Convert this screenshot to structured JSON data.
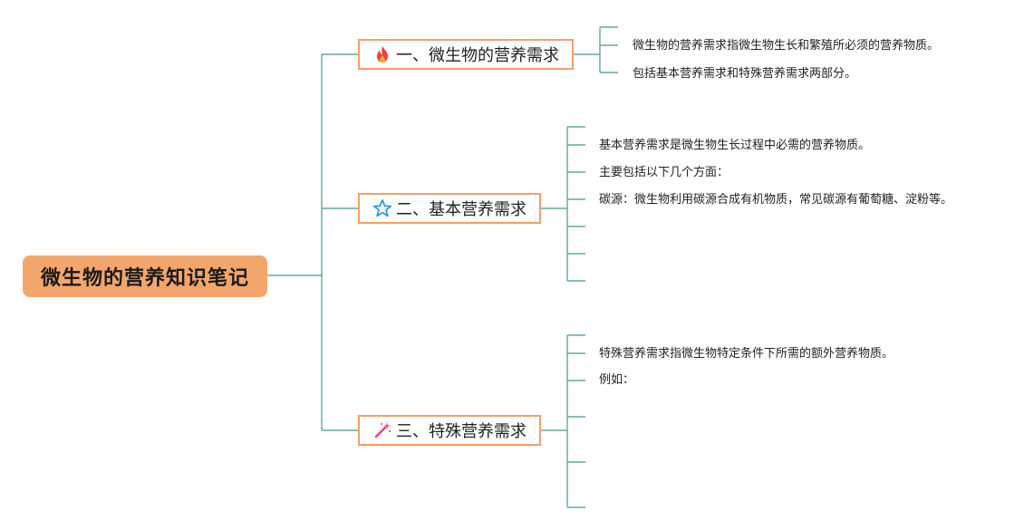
{
  "root": {
    "title": "微生物的营养知识笔记"
  },
  "branches": [
    {
      "icon": "fire-icon",
      "label": "一、微生物的营养需求",
      "notes": [
        "微生物的营养需求指微生物生长和繁殖所必须的营养物质。",
        "包括基本营养需求和特殊营养需求两部分。"
      ]
    },
    {
      "icon": "star-icon",
      "label": "二、基本营养需求",
      "notes": [
        "基本营养需求是微生物生长过程中必需的营养物质。",
        "主要包括以下几个方面：",
        "碳源：微生物利用碳源合成有机物质，常见碳源有葡萄糖、淀粉等。"
      ]
    },
    {
      "icon": "magic-wand-icon",
      "label": "三、特殊营养需求",
      "notes": [
        "特殊营养需求指微生物特定条件下所需的额外营养物质。",
        "例如："
      ]
    }
  ],
  "colors": {
    "line": "#4a9a8c",
    "root_fill": "#f3a66c",
    "branch_border": "#f0a06a"
  }
}
